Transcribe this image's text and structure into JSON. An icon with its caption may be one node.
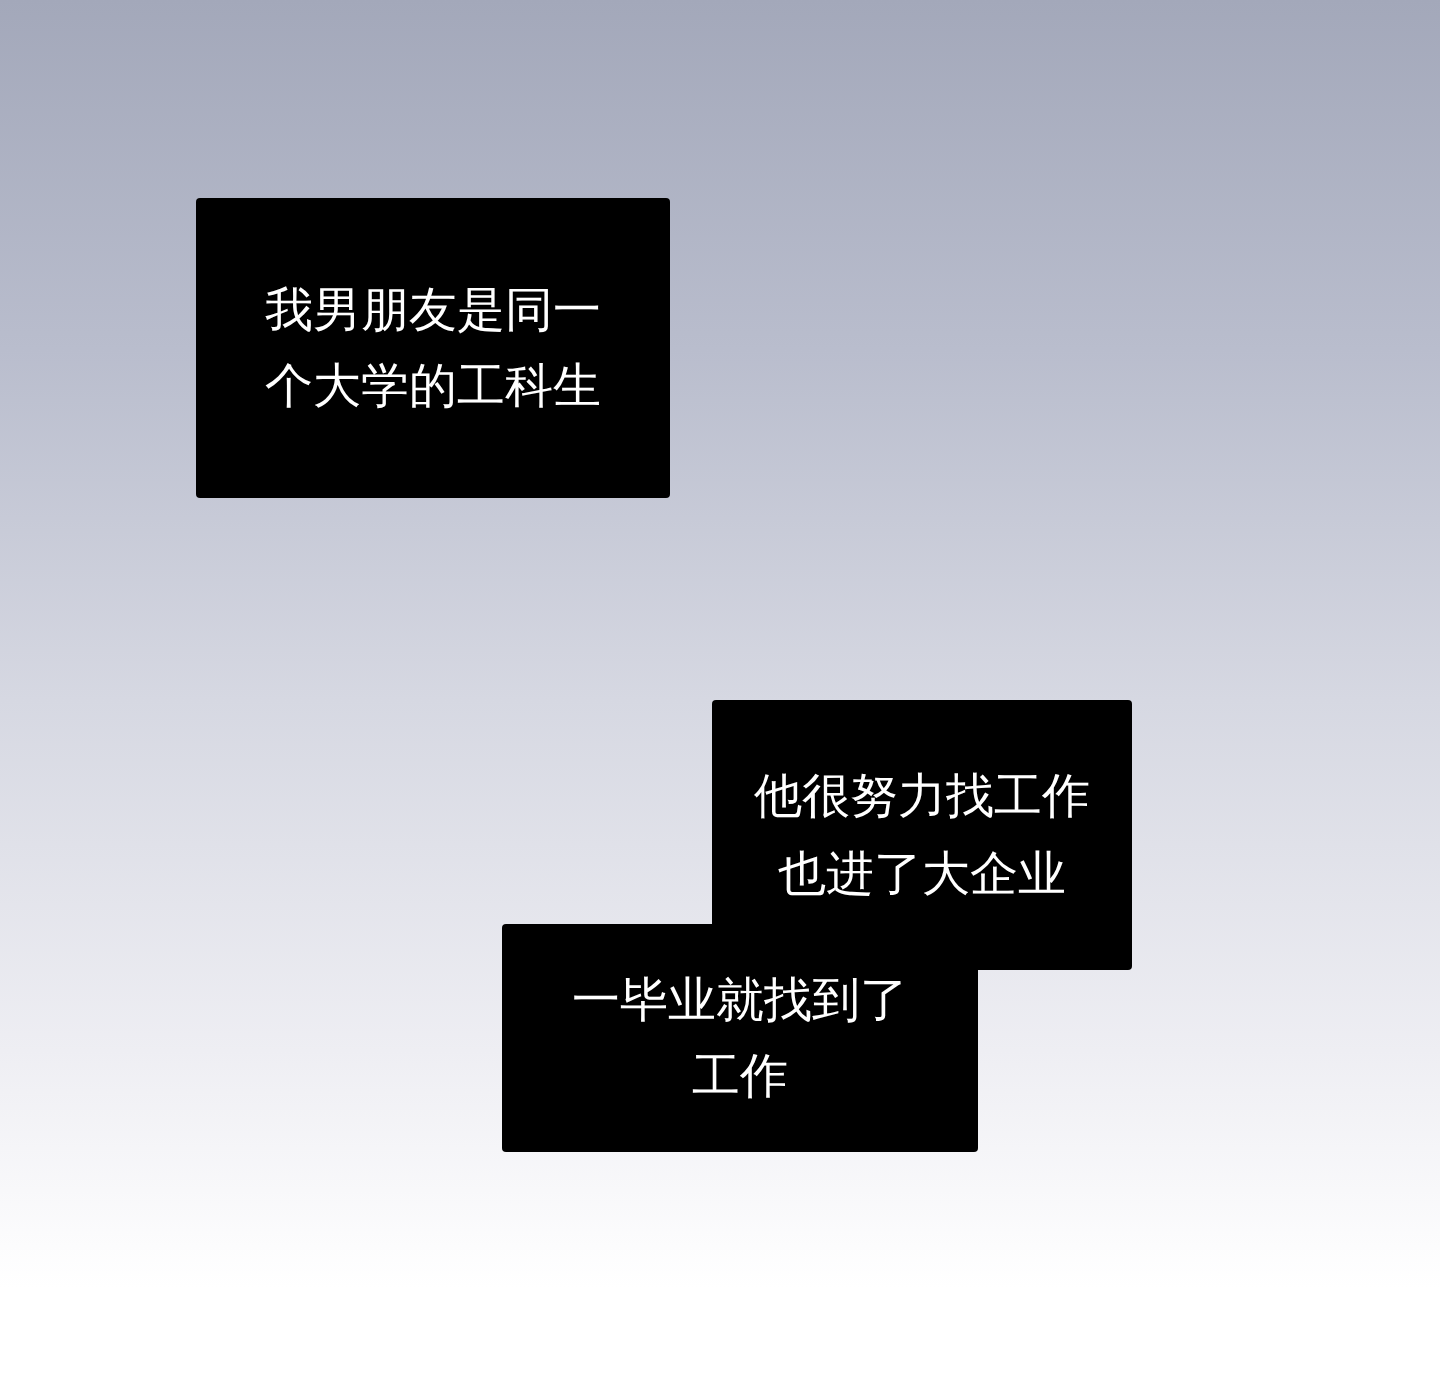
{
  "diagram": {
    "nodes": [
      {
        "text": [
          "我男朋友是同一个大学的工科生"
        ]
      },
      {
        "text": [
          "他很努力找工作也进了大企业"
        ]
      },
      {
        "text": [
          "一毕业就找到了工作"
        ]
      }
    ]
  }
}
